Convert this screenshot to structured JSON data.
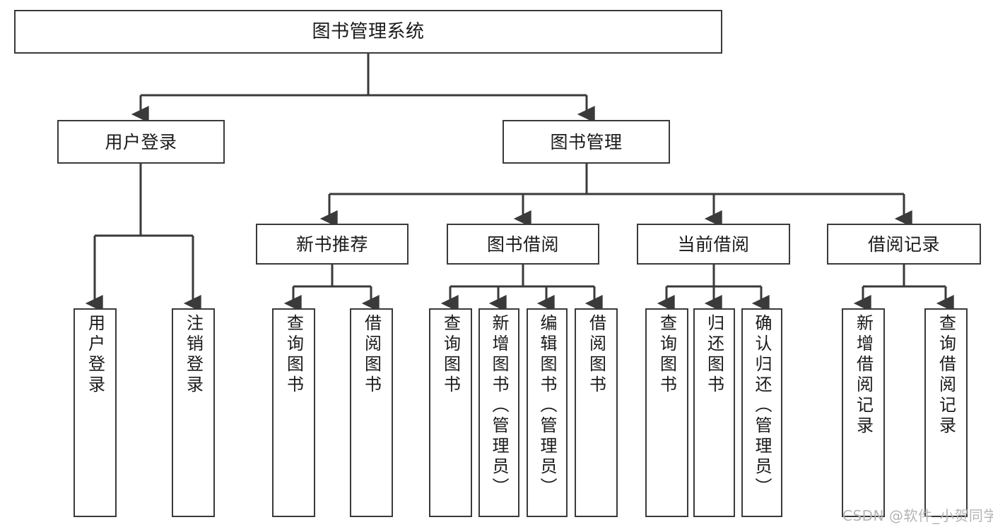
{
  "diagram": {
    "type": "hierarchy-tree",
    "title": "图书管理系统",
    "watermark": "CSDN @软件_小贺同学",
    "colors": {
      "box_border": "#3a3a3a",
      "box_fill": "#ffffff",
      "connector": "#3a3a3a",
      "text": "#1a1a1a",
      "watermark": "#b4b4b4",
      "background": "#ffffff"
    },
    "nodes": {
      "root": {
        "label": "图书管理系统"
      },
      "level2": [
        {
          "id": "user-login",
          "label": "用户登录"
        },
        {
          "id": "book-management",
          "label": "图书管理"
        }
      ],
      "level3": [
        {
          "id": "new-book-recommend",
          "label": "新书推荐"
        },
        {
          "id": "book-borrow",
          "label": "图书借阅"
        },
        {
          "id": "current-borrow",
          "label": "当前借阅"
        },
        {
          "id": "borrow-record",
          "label": "借阅记录"
        }
      ],
      "leaves": {
        "user-login": [
          {
            "id": "leaf-user-login",
            "label": "用户登录"
          },
          {
            "id": "leaf-user-logout",
            "label": "注销登录"
          }
        ],
        "new-book-recommend": [
          {
            "id": "leaf-query-book-1",
            "label": "查询图书"
          },
          {
            "id": "leaf-borrow-book-1",
            "label": "借阅图书"
          }
        ],
        "book-borrow": [
          {
            "id": "leaf-query-book-2",
            "label": "查询图书"
          },
          {
            "id": "leaf-add-book",
            "label": "新增图书（管理员）"
          },
          {
            "id": "leaf-edit-book",
            "label": "编辑图书（管理员）"
          },
          {
            "id": "leaf-borrow-book-2",
            "label": "借阅图书"
          }
        ],
        "current-borrow": [
          {
            "id": "leaf-query-book-3",
            "label": "查询图书"
          },
          {
            "id": "leaf-return-book",
            "label": "归还图书"
          },
          {
            "id": "leaf-confirm-return",
            "label": "确认归还（管理员）"
          }
        ],
        "borrow-record": [
          {
            "id": "leaf-add-record",
            "label": "新增借阅记录"
          },
          {
            "id": "leaf-query-record",
            "label": "查询借阅记录"
          }
        ]
      }
    }
  }
}
